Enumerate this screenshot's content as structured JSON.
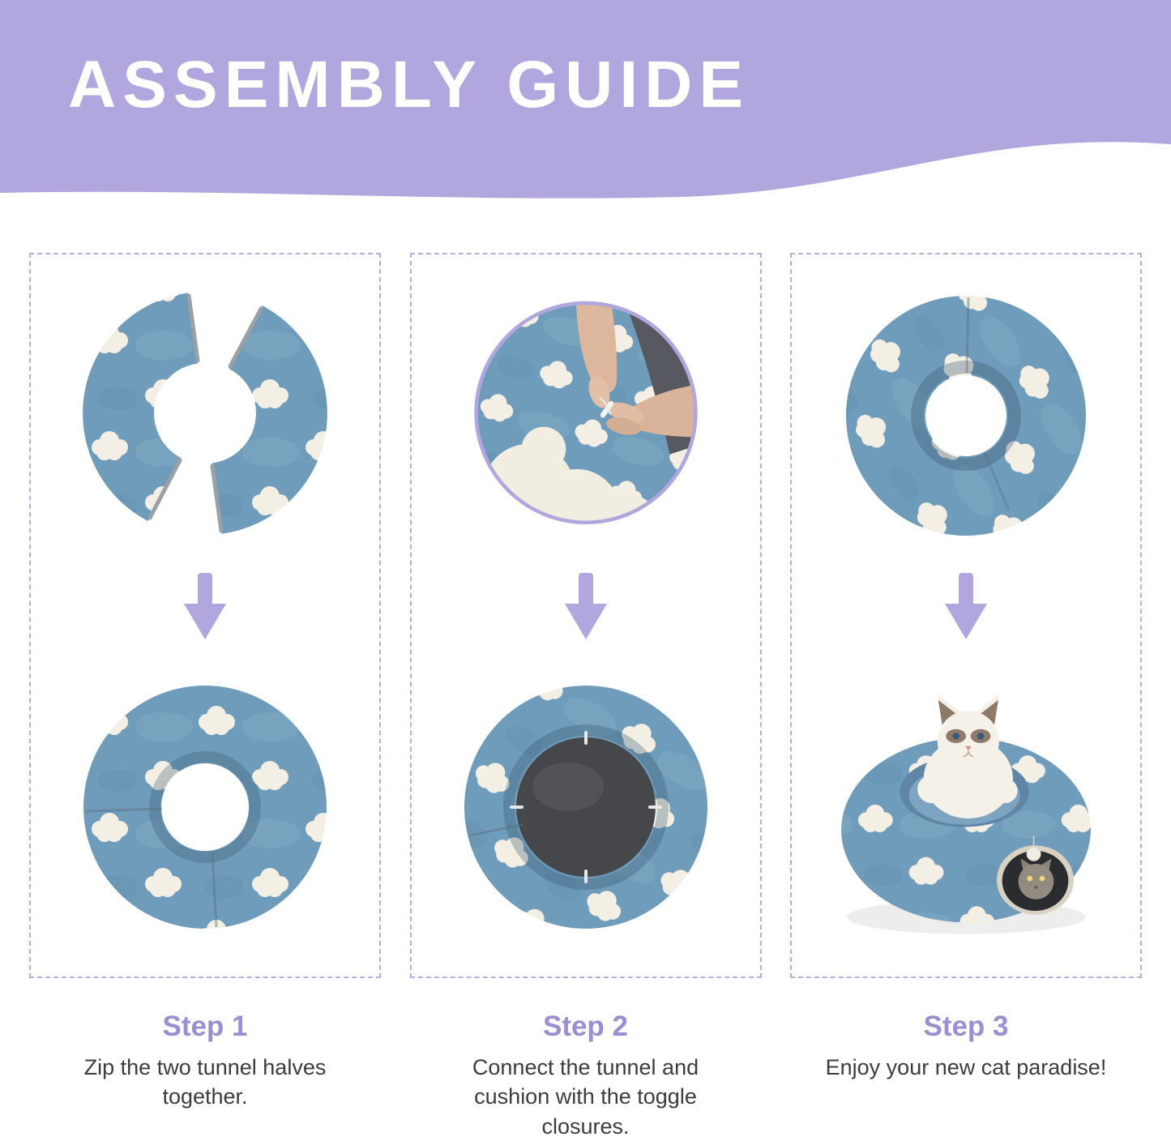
{
  "header": {
    "title": "ASSEMBLY GUIDE",
    "background_color": "#b2a6df",
    "title_color": "#ffffff"
  },
  "steps": [
    {
      "label": "Step 1",
      "caption": "Zip the two tunnel halves together.",
      "top_illustration": "two-tunnel-halves-unzipped",
      "bottom_illustration": "tunnel-halves-zipped-into-ring"
    },
    {
      "label": "Step 2",
      "caption": "Connect the tunnel and cushion with the toggle closures.",
      "top_illustration": "toggle-closure-closeup-photo",
      "bottom_illustration": "tunnel-ring-with-cushion-attached"
    },
    {
      "label": "Step 3",
      "caption": "Enjoy your new cat paradise!",
      "top_illustration": "assembled-tunnel-top-view",
      "bottom_illustration": "finished-cat-bed-with-cats"
    }
  ],
  "icons": {
    "down_arrow": "▼"
  },
  "colors": {
    "accent_purple": "#9c8ed1",
    "arrow_purple": "#b2a6df",
    "dashed_border": "#b9addf",
    "fabric_blue": "#6f9cba",
    "cloud_white": "#f3efe4",
    "cushion_gray": "#46474b",
    "caption_text": "#3c3c3c"
  }
}
